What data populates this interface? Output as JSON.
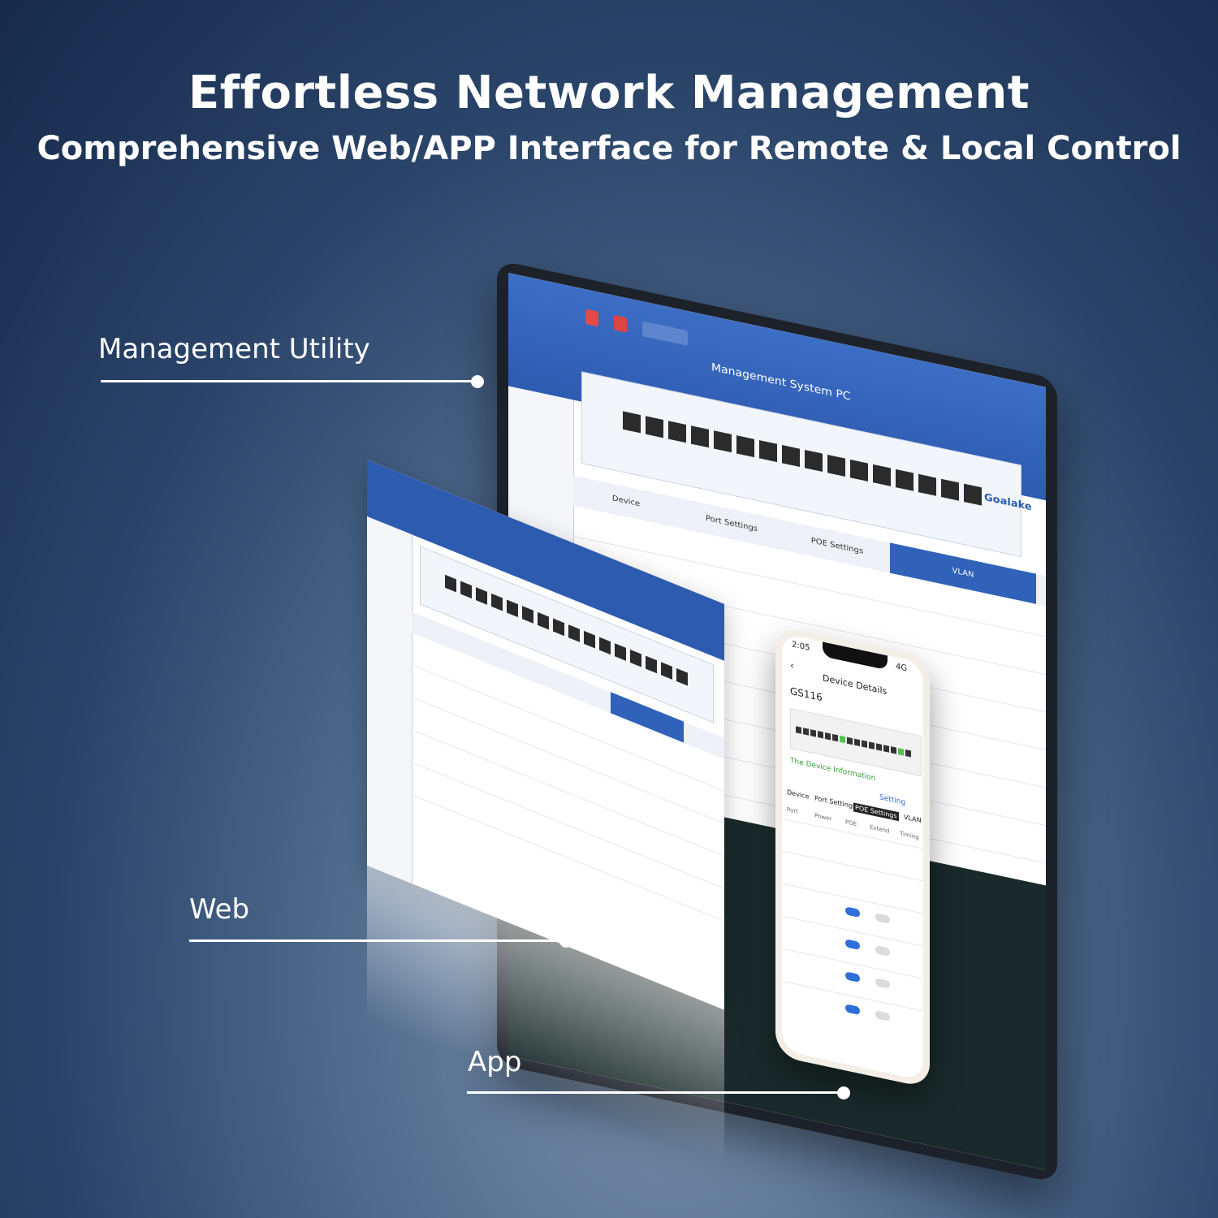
{
  "header": {
    "title": "Effortless Network Management",
    "subtitle": "Comprehensive Web/APP Interface for Remote & Local Control"
  },
  "callouts": {
    "management": "Management Utility",
    "web": "Web",
    "app": "App"
  },
  "tablet": {
    "app_title": "Management System PC",
    "brand": "Goalake",
    "tabs": [
      "Device",
      "Port Settings",
      "POE Settings",
      "VLAN"
    ]
  },
  "phone": {
    "time": "2:05",
    "network": "4G",
    "screen_title": "Device Details",
    "device": "GS116",
    "section": "The Device Information",
    "setting": "Setting",
    "tabs": [
      "Device",
      "Port Settings",
      "POE Settings",
      "VLAN"
    ],
    "columns": [
      "Port",
      "Power",
      "POE",
      "Extend",
      "Timing"
    ]
  },
  "colors": {
    "accent": "#2f62b8",
    "toggle_on": "#2f6fd9"
  }
}
